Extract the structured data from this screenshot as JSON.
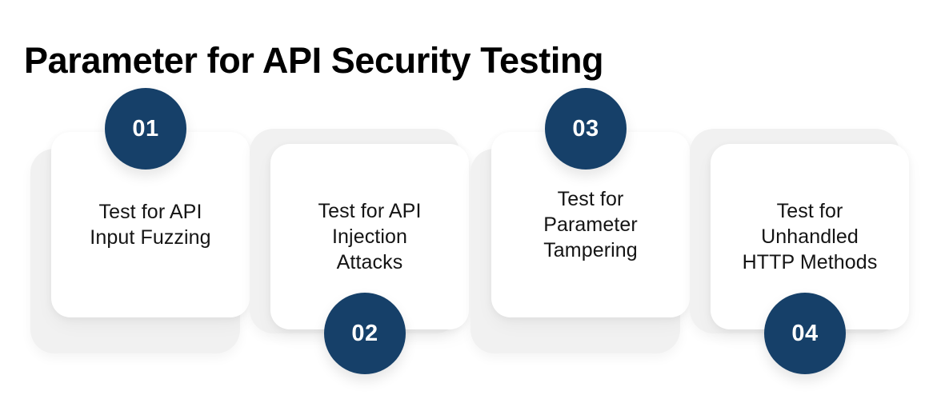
{
  "page": {
    "title": "Parameter for API Security Testing",
    "background_color": "#ffffff",
    "title_color": "#000000"
  },
  "theme": {
    "badge_color": "#164069",
    "badge_text_color": "#ffffff",
    "card_color": "#ffffff",
    "plate_color": "#f1f1f1",
    "card_text_color": "#141414"
  },
  "steps": [
    {
      "number": "01",
      "label": "Test for API\nInput Fuzzing",
      "position": "up"
    },
    {
      "number": "02",
      "label": "Test for API\nInjection\nAttacks",
      "position": "down"
    },
    {
      "number": "03",
      "label": "Test for\nParameter\nTampering",
      "position": "up"
    },
    {
      "number": "04",
      "label": "Test for\nUnhandled\nHTTP Methods",
      "position": "down"
    }
  ]
}
